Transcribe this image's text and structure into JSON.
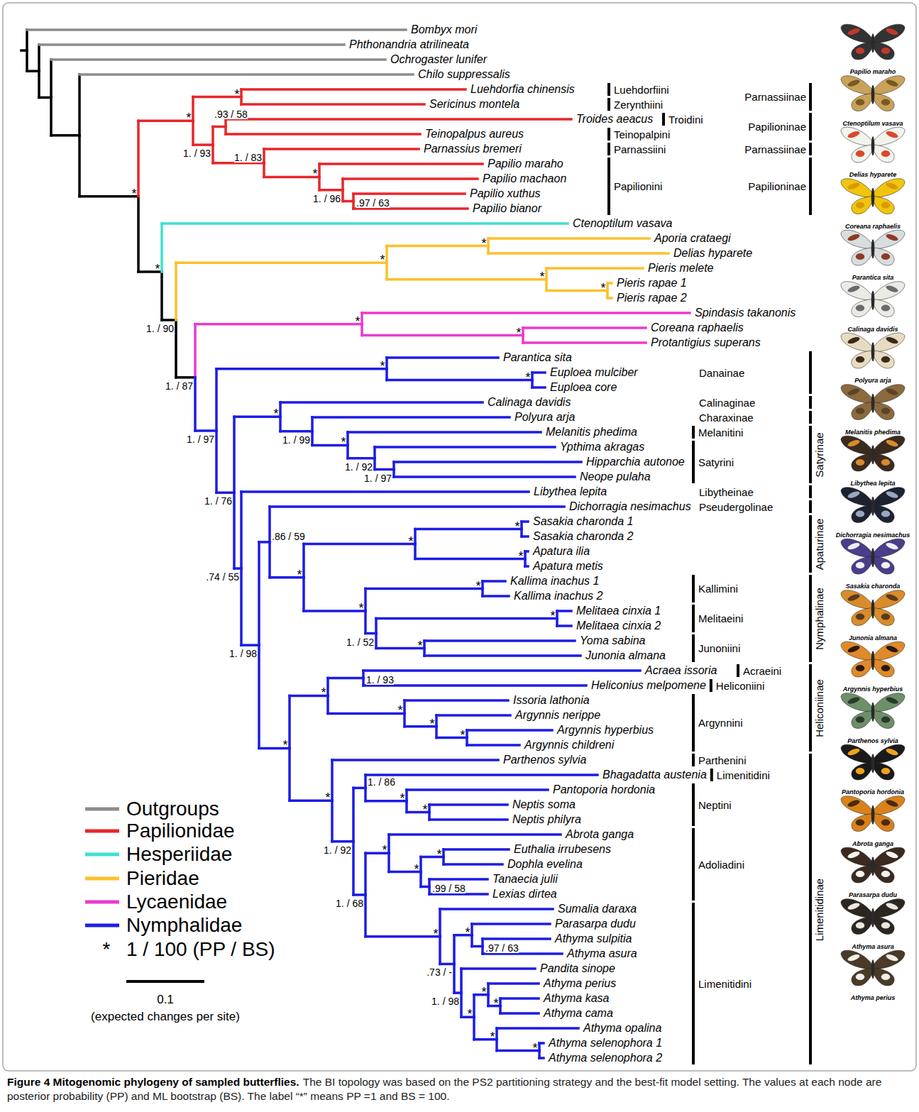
{
  "diagram": {
    "title": "Figure 4 Mitogenomic phylogeny of sampled butterflies.",
    "caption": "The BI topology was based on the PS2 partitioning strategy and the best-fit model setting. The values at each node are posterior probability (PP) and ML bootstrap (BS). The label “*” means PP =1 and BS = 100.",
    "labels": [
      "Bombyx mori",
      "Phthonandria atrilineata",
      "Ochrogaster lunifer",
      "Chilo suppressalis",
      "Luehdorfia chinensis",
      "Sericinus montela",
      "Troides aeacus",
      "Teinopalpus aureus",
      "Parnassius bremeri",
      "Papilio maraho",
      "Papilio machaon",
      "Papilio xuthus",
      "Papilio bianor",
      "Ctenoptilum vasava",
      "Aporia crataegi",
      "Delias hyparete",
      "Pieris melete",
      "Pieris rapae 1",
      "Pieris rapae 2",
      "Spindasis takanonis",
      "Coreana raphaelis",
      "Protantigius superans",
      "Parantica sita",
      "Euploea mulciber",
      "Euploea core",
      "Calinaga davidis",
      "Polyura arja",
      "Melanitis phedima",
      "Ypthima akragas",
      "Hipparchia autonoe",
      "Neope pulaha",
      "Libythea lepita",
      "Dichorragia nesimachus",
      "Sasakia charonda 1",
      "Sasakia charonda 2",
      "Apatura ilia",
      "Apatura metis",
      "Kallima inachus 1",
      "Kallima inachus 2",
      "Melitaea cinxia 1",
      "Melitaea cinxia 2",
      "Yoma sabina",
      "Junonia almana",
      "Acraea issoria",
      "Heliconius melpomene",
      "Issoria lathonia",
      "Argynnis nerippe",
      "Argynnis hyperbius",
      "Argynnis childreni",
      "Parthenos sylvia",
      "Bhagadatta austenia",
      "Pantoporia hordonia",
      "Neptis soma",
      "Neptis philyra",
      "Abrota ganga",
      "Euthalia irrubesens",
      "Dophla evelina",
      "Tanaecia julii",
      "Lexias dirtea",
      "Sumalia daraxa",
      "Parasarpa dudu",
      "Athyma sulpitia",
      "Athyma asura",
      "Pandita sinope",
      "Athyma perius",
      "Athyma kasa",
      "Athyma cama",
      "Athyma opalina",
      "Athyma selenophora 1",
      "Athyma selenophora 2",
      "*",
      "*",
      "*",
      ".93 / 58",
      "1. / 93",
      "1. / 83",
      "*",
      "1. / 96",
      ".97 / 63",
      "*",
      "1. / 90",
      "*",
      "*",
      "*",
      "*",
      "1. / 87",
      "*",
      "*",
      "1. / 97",
      "*",
      "*",
      "1. / 76",
      "*",
      "1. / 99",
      "*",
      "1. / 92",
      "1. / 97",
      ".74 / 55",
      "1. / 98",
      ".86 / 59",
      "*",
      "*",
      "*",
      "*",
      "*",
      "*",
      "1. / 52",
      "*",
      "*",
      "*",
      "*",
      "1. / 93",
      "*",
      "*",
      "*",
      "*",
      "1. / 92",
      "1. / 86",
      "*",
      "*",
      "1. / 68",
      "*",
      "*",
      "*",
      ".99 / 58",
      "*",
      ".73 / -",
      "*",
      ".97 / 63",
      "1. / 98",
      "*",
      "*",
      "*",
      "*",
      "*",
      "Luehdorfiini",
      "Zerynthiini",
      "Troidini",
      "Teinopalpini",
      "Parnassiini",
      "Papilionini",
      "Parnassiinae",
      "Papilioninae",
      "Parnassiinae",
      "Papilioninae",
      "Danainae",
      "Calinaginae",
      "Charaxinae",
      "Melanitini",
      "Satyrini",
      "Satyrinae",
      "Libytheinae",
      "Pseudergolinae",
      "Apaturinae",
      "Kallimini",
      "Melitaeini",
      "Junoniini",
      "Nymphalinae",
      "Acraeini",
      "Heliconiini",
      "Argynnini",
      "Heliconiinae",
      "Parthenini",
      "Limenitidini",
      "Neptini",
      "Adoliadini",
      "Limenitidini",
      "Limenitidinae",
      "Papilio maraho",
      "Ctenoptilum vasava",
      "Delias hyparete",
      "Coreana raphaelis",
      "Parantica sita",
      "Calinaga davidis",
      "Polyura arja",
      "Melanitis phedima",
      "Libythea lepita",
      "Dichorragia nesimachus",
      "Sasakia charonda",
      "Junonia almana",
      "Argynnis hyperbius",
      "Parthenos sylvia",
      "Pantoporia hordonia",
      "Abrota ganga",
      "Parasarpa dudu",
      "Athyma asura",
      "Athyma perius",
      "0.1",
      "(expected changes per site)",
      "*"
    ],
    "legend": [
      {
        "text": "Outgroups",
        "color": "#8c8c8c"
      },
      {
        "text": "Papilionidae",
        "color": "#e8262b"
      },
      {
        "text": "Hesperiidae",
        "color": "#3ee0cf"
      },
      {
        "text": "Pieridae",
        "color": "#fcc02b"
      },
      {
        "text": "Lycaenidae",
        "color": "#ec3ad0"
      },
      {
        "text": "Nymphalidae",
        "color": "#1c1ce6"
      },
      {
        "text": "1 / 100 (PP / BS)"
      }
    ]
  }
}
